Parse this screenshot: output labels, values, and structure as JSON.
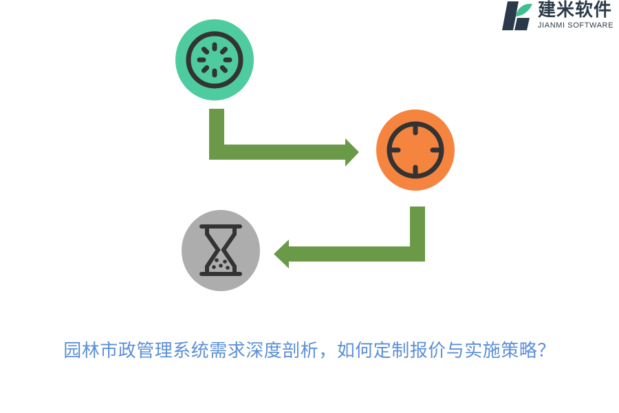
{
  "brand": {
    "name_cn": "建米软件",
    "name_en": "JIANMI SOFTWARE",
    "colors": {
      "dark": "#2b3a4a",
      "green": "#3fbf8f"
    }
  },
  "diagram": {
    "nodes": [
      {
        "id": "step-1",
        "icon": "loading-icon",
        "color": "#4ecb9f"
      },
      {
        "id": "step-2",
        "icon": "target-icon",
        "color": "#f5843f"
      },
      {
        "id": "step-3",
        "icon": "hourglass-icon",
        "color": "#adadad"
      }
    ],
    "arrow_color": "#6a9a48",
    "icon_color": "#333333"
  },
  "caption": "园林市政管理系统需求深度剖析，如何定制报价与实施策略？"
}
